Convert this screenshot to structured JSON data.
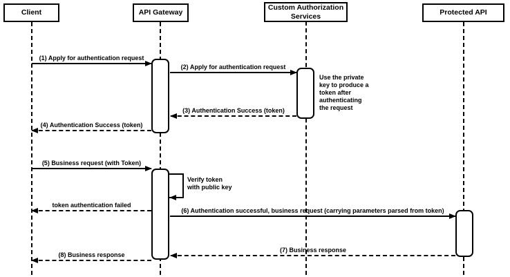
{
  "diagram": {
    "kind": "uml-sequence-diagram",
    "colors": {
      "line": "#000000",
      "box_border": "#000000",
      "box_fill": "#ffffff",
      "background": "#ffffff",
      "text": "#000000"
    },
    "participants": [
      {
        "name": "Client"
      },
      {
        "name": "API Gateway"
      },
      {
        "name": "Custom Authorization Services"
      },
      {
        "name": "Protected API"
      }
    ],
    "messages": [
      {
        "label": "(1) Apply for authentication request",
        "from": "Client",
        "to": "API Gateway",
        "style": "solid"
      },
      {
        "label": "(2) Apply for authentication request",
        "from": "API Gateway",
        "to": "Custom Authorization Services",
        "style": "solid"
      },
      {
        "label": "(3) Authentication Success (token)",
        "from": "Custom Authorization Services",
        "to": "API Gateway",
        "style": "dashed"
      },
      {
        "label": "(4) Authentication Success (token)",
        "from": "API Gateway",
        "to": "Client",
        "style": "dashed"
      },
      {
        "label": "(5) Business request (with Token)",
        "from": "Client",
        "to": "API Gateway",
        "style": "solid"
      },
      {
        "label": "Verify token with public key",
        "from": "API Gateway",
        "to": "API Gateway",
        "style": "self"
      },
      {
        "label": "token authentication failed",
        "from": "API Gateway",
        "to": "Client",
        "style": "dashed"
      },
      {
        "label": "(6) Authentication successful, business request (carrying parameters parsed from token)",
        "from": "API Gateway",
        "to": "Protected API",
        "style": "solid"
      },
      {
        "label": "(7) Business response",
        "from": "Protected API",
        "to": "API Gateway",
        "style": "dashed"
      },
      {
        "label": "(8) Business response",
        "from": "API Gateway",
        "to": "Client",
        "style": "dashed"
      }
    ],
    "notes": [
      {
        "text": "Use the private key to produce a token after authenticating the request",
        "attached_to": "Custom Authorization Services"
      }
    ]
  }
}
